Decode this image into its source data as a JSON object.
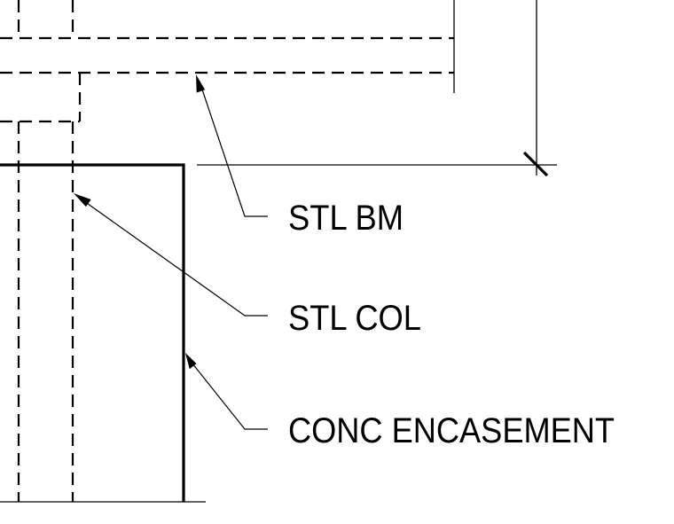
{
  "labels": {
    "steel_beam": "STL BM",
    "steel_column": "STL COL",
    "concrete_encasement": "CONC ENCASEMENT"
  },
  "colors": {
    "line": "#000000",
    "background": "#ffffff"
  }
}
